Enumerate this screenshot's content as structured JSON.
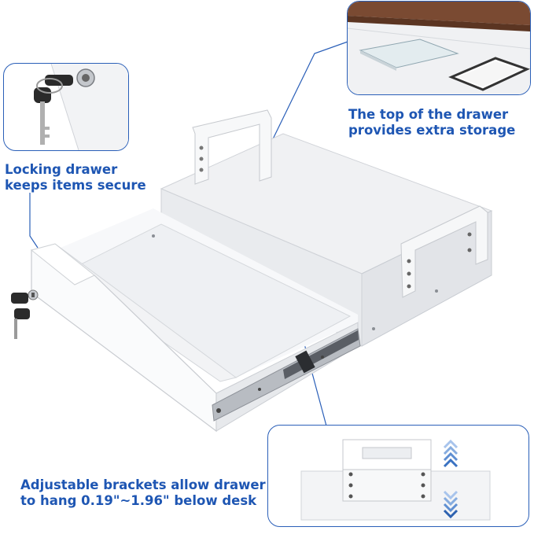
{
  "callouts": {
    "top_right": "The top of the drawer\nprovides extra storage",
    "left": "Locking drawer\nkeeps items secure",
    "bottom": "Adjustable brackets allow drawer\nto hang 0.19\"~1.96\" below desk"
  },
  "colors": {
    "accent": "#1e56b3",
    "drawer_white": "#f4f5f7",
    "desk_wood": "#7a4a32",
    "steel_rail": "#b8bcc2"
  },
  "icons": [
    "key-icon",
    "lock-icon",
    "smartphone-icon",
    "notebook-icon",
    "double-arrow-icon"
  ]
}
